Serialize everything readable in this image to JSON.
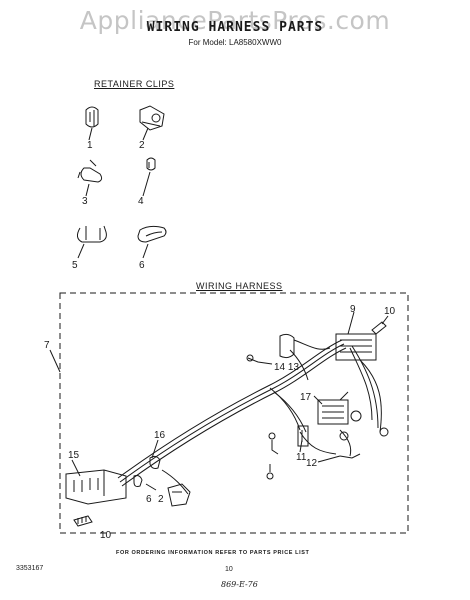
{
  "watermark": "AppliancePartsPros.com",
  "title": "WIRING HARNESS PARTS",
  "subtitle": "For Model: LA8580XWW0",
  "sections": {
    "retainer_clips": "RETAINER CLIPS",
    "wiring_harness": "WIRING HARNESS"
  },
  "clip_labels": [
    "1",
    "2",
    "3",
    "4",
    "5",
    "6"
  ],
  "callouts": {
    "c7": "7",
    "c9": "9",
    "c10a": "10",
    "c14_13": "14 13",
    "c17": "17",
    "c16": "16",
    "c15": "15",
    "c11": "11",
    "c12": "12",
    "c6": "6",
    "c2": "2",
    "c10b": "10"
  },
  "footer_note": "FOR ORDERING INFORMATION REFER TO PARTS PRICE LIST",
  "part_number": "3353167",
  "page_number": "10",
  "handwritten_note": "869-E-76"
}
